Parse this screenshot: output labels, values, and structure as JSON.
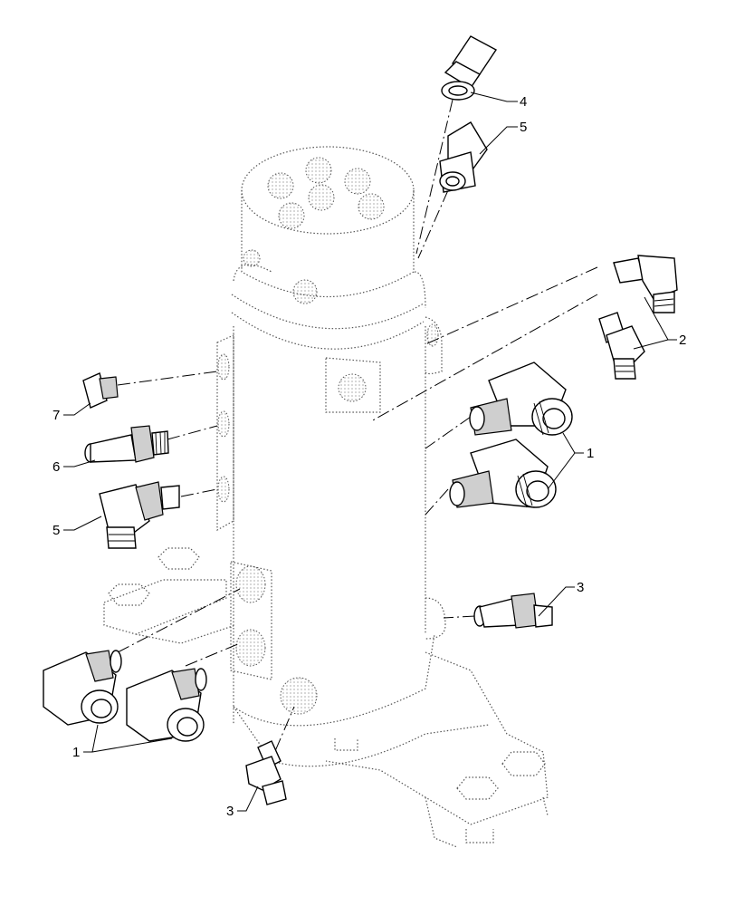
{
  "callouts": {
    "c4_top": "4",
    "c5_top": "5",
    "c2": "2",
    "c1_right": "1",
    "c7": "7",
    "c6": "6",
    "c5_left": "5",
    "c3_right": "3",
    "c1_left": "1",
    "c3_bottom": "3"
  }
}
